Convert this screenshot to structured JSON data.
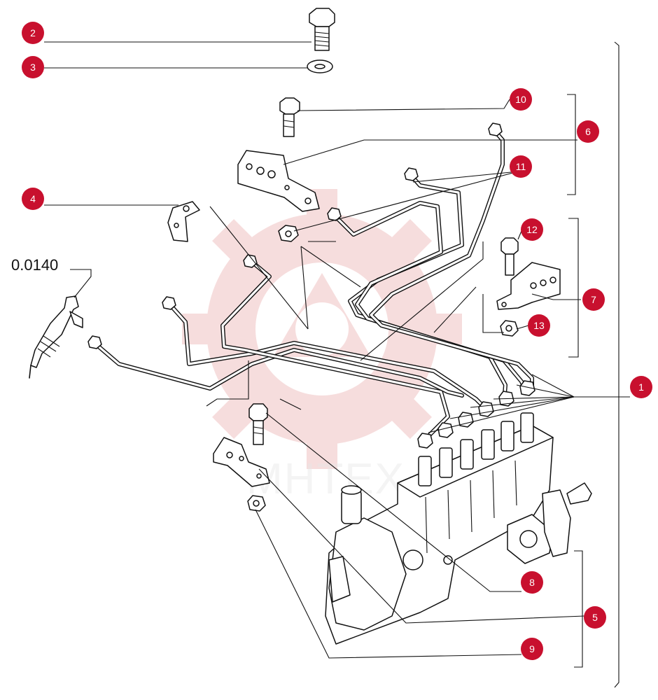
{
  "diagram": {
    "part_code": "0.0140",
    "watermark_text": "МНТЕХ",
    "callouts": [
      "1",
      "2",
      "3",
      "4",
      "5",
      "6",
      "7",
      "8",
      "9",
      "10",
      "11",
      "12",
      "13"
    ],
    "callout_color": "#c8102e",
    "watermark_color": "#e8a0a0"
  }
}
